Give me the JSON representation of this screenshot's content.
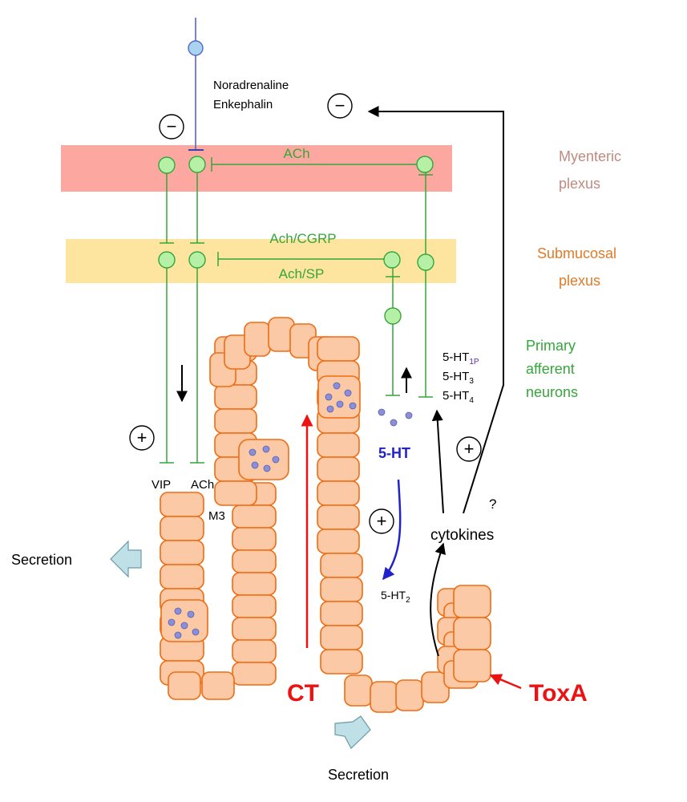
{
  "labels": {
    "noradrenaline": "Noradrenaline",
    "enkephalin": "Enkephalin",
    "ach_top": "ACh",
    "myenteric_1": "Myenteric",
    "myenteric_2": "plexus",
    "ach_cgrp": "Ach/CGRP",
    "ach_sp": "Ach/SP",
    "submucosal_1": "Submucosal",
    "submucosal_2": "plexus",
    "primary_1": "Primary",
    "primary_2": "afferent",
    "primary_3": "neurons",
    "ht1p_base": "5-HT",
    "ht1p_sub": "1P",
    "ht3_base": "5-HT",
    "ht3_sub": "3",
    "ht4_base": "5-HT",
    "ht4_sub": "4",
    "ht": "5-HT",
    "ht2_base": "5-HT",
    "ht2_sub": "2",
    "vip": "VIP",
    "ach_bottom": "ACh",
    "m3": "M3",
    "question": "?",
    "cytokines": "cytokines",
    "secretion_left": "Secretion",
    "secretion_bottom": "Secretion",
    "ct": "CT",
    "toxa": "ToxA",
    "minus_symbol": "−",
    "plus_symbol": "+"
  },
  "colors": {
    "myenteric_band": "#fda7a1",
    "submucosal_band": "#fde49f",
    "nerve_green": "#35a63a",
    "ganglion_fill": "#b6f0a6",
    "sympathetic_blue": "#5566cc",
    "cell_fill": "#fcc9a6",
    "cell_stroke": "#f06c12",
    "granule": "#8a8fd8",
    "red_label": "#ee1111",
    "ht_blue": "#2222cc",
    "myenteric_text": "#c08a80",
    "submucosal_text": "#e07a28",
    "secretion_arrow": "#bfe0e6"
  }
}
